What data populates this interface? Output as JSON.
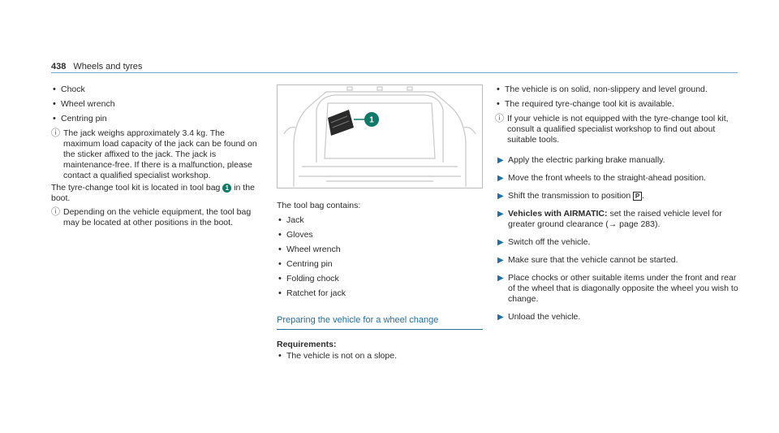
{
  "header": {
    "page_number": "438",
    "title": "Wheels and tyres"
  },
  "col1": {
    "bullets": [
      "Chock",
      "Wheel wrench",
      "Centring pin"
    ],
    "note1": "The jack weighs approximately 3.4 kg. The maximum load capacity of the jack can be found on the sticker affixed to the jack. The jack is maintenance-free. If there is a malfunction, please contact a qualified specialist workshop.",
    "kit_text": "The tyre-change tool kit is located in tool bag",
    "kit_marker": "1",
    "kit_text_end": "in the boot.",
    "note2": "Depending on the vehicle equipment, the tool bag may be located at other positions in the boot."
  },
  "col2": {
    "figure_marker": "1",
    "bag_intro": "The tool bag contains:",
    "bag_items": [
      "Jack",
      "Gloves",
      "Wheel wrench",
      "Centring pin",
      "Folding chock",
      "Ratchet for jack"
    ],
    "section_title": "Preparing the vehicle for a wheel change",
    "requirements_label": "Requirements:",
    "requirements": [
      "The vehicle is not on a slope."
    ]
  },
  "col3": {
    "bullets": [
      "The vehicle is on solid, non-slippery and level ground.",
      "The required tyre-change tool kit is available."
    ],
    "note": "If your vehicle is not equipped with the tyre-change tool kit, consult a qualified specialist workshop to find out about suitable tools.",
    "step1": "Apply the electric parking brake manually.",
    "step2": "Move the front wheels to the straight-ahead position.",
    "step3_text": "Shift the transmission to position",
    "step3_gear": "P",
    "step4_bold": "Vehicles with AIRMATIC:",
    "step4_text": "set the raised vehicle level for greater ground clearance",
    "step4_ref": "(→ page 283).",
    "step5": "Switch off the vehicle.",
    "step6": "Make sure that the vehicle cannot be started.",
    "step7": "Place chocks or other suitable items under the front and rear of the wheel that is diagonally opposite the wheel you wish to change.",
    "step8": "Unload the vehicle."
  },
  "colors": {
    "accent": "#1d6fa5",
    "marker": "#0e7a6a"
  },
  "icons": {
    "note": "info-icon",
    "step": "arrow-right-icon"
  }
}
